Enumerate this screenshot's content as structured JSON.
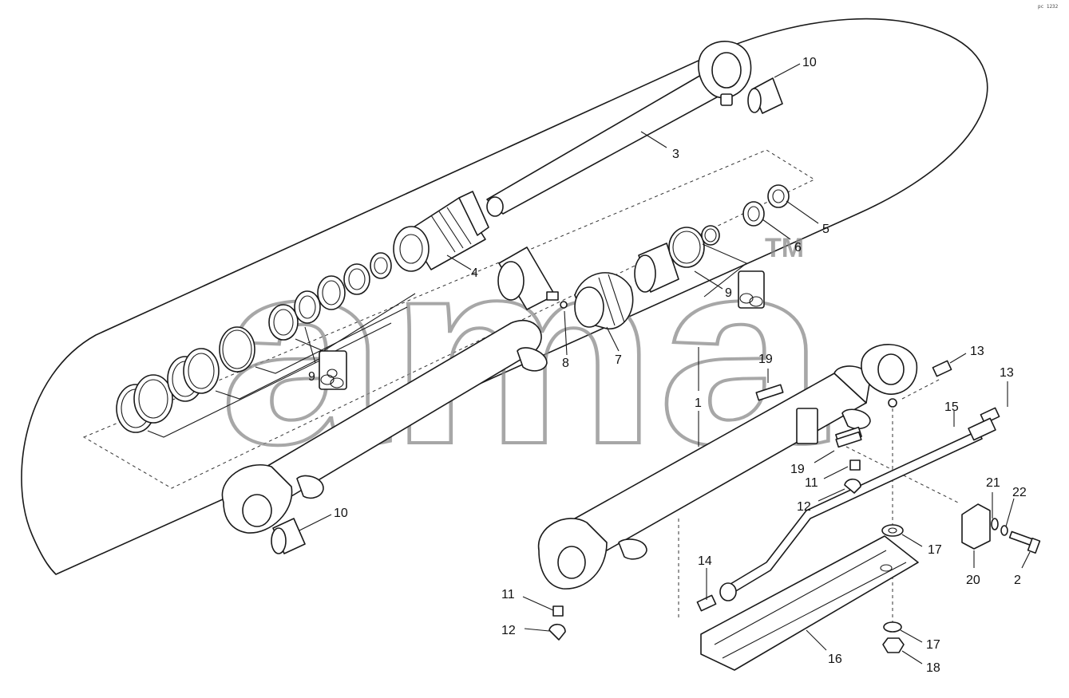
{
  "diagram": {
    "corner_code": "pc 1232",
    "watermark": {
      "text": "ama",
      "tm": "TM"
    },
    "callouts": [
      {
        "id": "c3",
        "label": "3"
      },
      {
        "id": "c10a",
        "label": "10"
      },
      {
        "id": "c10b",
        "label": "10"
      },
      {
        "id": "c5",
        "label": "5"
      },
      {
        "id": "c6",
        "label": "6"
      },
      {
        "id": "c4",
        "label": "4"
      },
      {
        "id": "c9a",
        "label": "9"
      },
      {
        "id": "c9b",
        "label": "9"
      },
      {
        "id": "c8",
        "label": "8"
      },
      {
        "id": "c7",
        "label": "7"
      },
      {
        "id": "c1",
        "label": "1"
      },
      {
        "id": "c19a",
        "label": "19"
      },
      {
        "id": "c19b",
        "label": "19"
      },
      {
        "id": "c13a",
        "label": "13"
      },
      {
        "id": "c13b",
        "label": "13"
      },
      {
        "id": "c15",
        "label": "15"
      },
      {
        "id": "c11a",
        "label": "11"
      },
      {
        "id": "c12a",
        "label": "12"
      },
      {
        "id": "c11b",
        "label": "11"
      },
      {
        "id": "c12b",
        "label": "12"
      },
      {
        "id": "c21",
        "label": "21"
      },
      {
        "id": "c22",
        "label": "22"
      },
      {
        "id": "c17a",
        "label": "17"
      },
      {
        "id": "c17b",
        "label": "17"
      },
      {
        "id": "c20",
        "label": "20"
      },
      {
        "id": "c2",
        "label": "2"
      },
      {
        "id": "c14",
        "label": "14"
      },
      {
        "id": "c16",
        "label": "16"
      },
      {
        "id": "c18",
        "label": "18"
      }
    ]
  }
}
